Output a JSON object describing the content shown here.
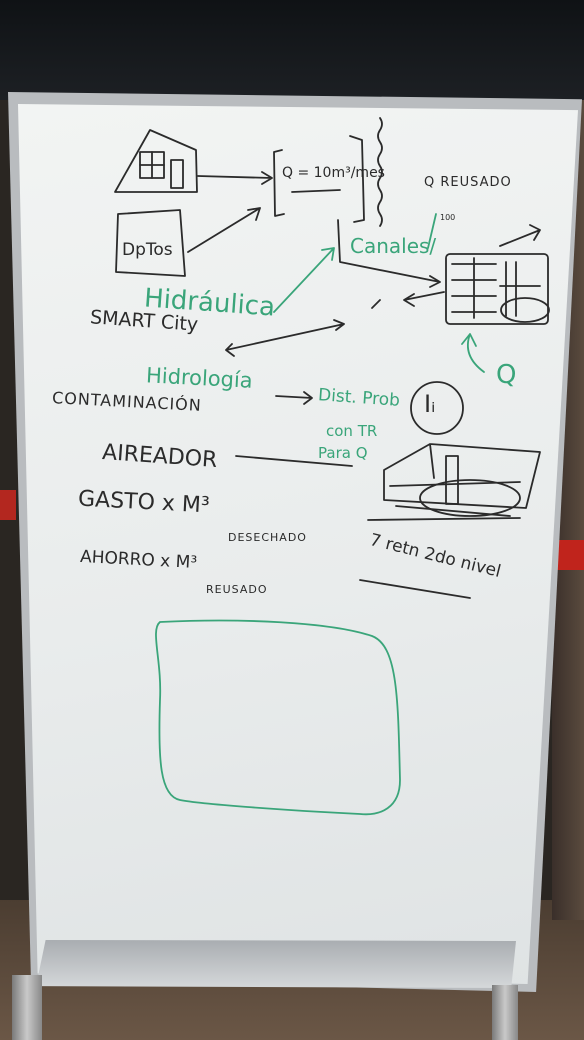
{
  "whiteboard": {
    "formula": "Q = 10m³/mes",
    "reuse_label": "Q REUSADO",
    "small_note": "100",
    "deptos_label": "DpTos",
    "canales_label": "Canales/",
    "hidraulica_label": "Hidráulica",
    "smart_city_label": "SMART City",
    "q_circle_label": "Q",
    "hidrologia_label": "Hidrología",
    "dist_label": "Dist. Prob",
    "con_tr_label": "con TR",
    "para_q_label": "Para Q",
    "i_circle_label": "Iᵢ",
    "contaminacion_label": "CONTAMINACIÓN",
    "aireador_label": "AIREADOR",
    "gasto_label": "GASTO x M³",
    "desechado_label": "DESECHADO",
    "ahorro_label": "AHORRO x M³",
    "reusado_label": "REUSADO",
    "nivel_note": "7 retn 2do nivel"
  },
  "colors": {
    "marker_black": "#2b2b2b",
    "marker_green": "#3aa57a",
    "board_white": "#eef0f0"
  }
}
